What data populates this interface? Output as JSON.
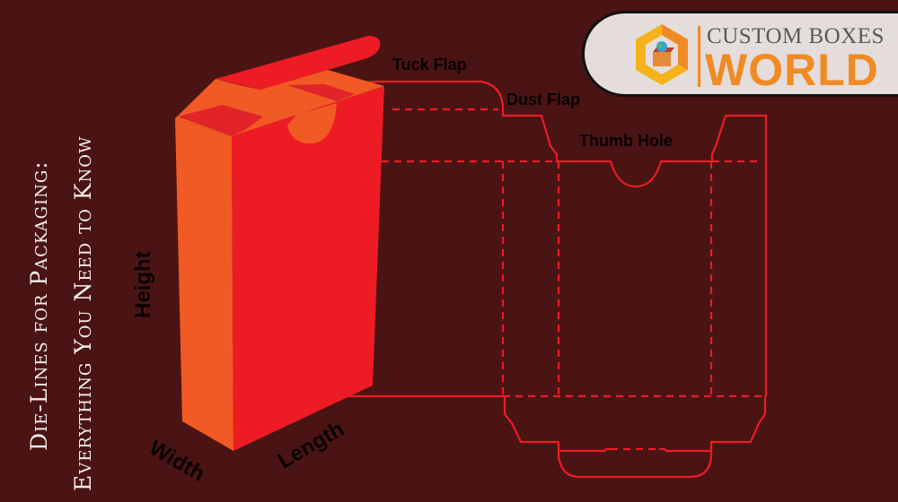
{
  "title": {
    "line1": "Die-Lines for Packaging:",
    "line2": "Everything You Need to Know"
  },
  "labels": {
    "tuck_flap": "Tuck Flap",
    "dust_flap": "Dust Flap",
    "thumb_hole": "Thumb Hole",
    "height": "Height",
    "width": "Width",
    "length": "Length"
  },
  "logo": {
    "line1": "CUSTOM BOXES",
    "line2": "WORLD"
  },
  "colors": {
    "background": "#4a1414",
    "die_line": "#ed1c24",
    "box_front": "#ed1c24",
    "box_side": "#f15a24",
    "logo_orange": "#f08a24"
  }
}
